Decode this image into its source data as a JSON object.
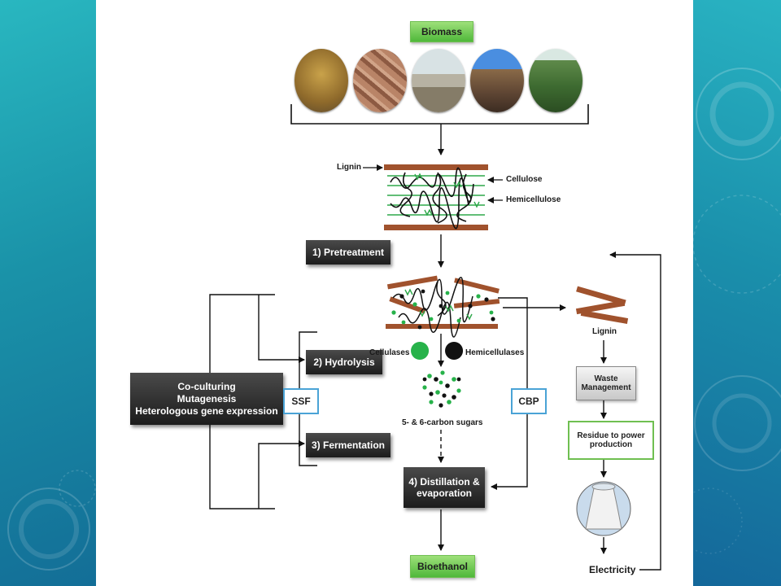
{
  "tags": {
    "biomass": "Biomass",
    "bioethanol": "Bioethanol"
  },
  "structure_labels": {
    "lignin": "Lignin",
    "cellulose": "Cellulose",
    "hemicellulose": "Hemicellulose"
  },
  "steps": {
    "pretreatment": "1) Pretreatment",
    "hydrolysis": "2) Hydrolysis",
    "fermentation": "3) Fermentation",
    "distillation_line1": "4) Distillation &",
    "distillation_line2": "evaporation"
  },
  "strategies": {
    "line1": "Co-culturing",
    "line2": "Mutagenesis",
    "line3": "Heterologous gene expression"
  },
  "processes": {
    "ssf": "SSF",
    "cbp": "CBP"
  },
  "enzymes": {
    "cellulases": "Cellulases",
    "hemicellulases": "Hemicellulases"
  },
  "sugars": "5- & 6-carbon sugars",
  "waste_branch": {
    "lignin": "Lignin",
    "waste_line1": "Waste",
    "waste_line2": "Management",
    "residue_line1": "Residue to power",
    "residue_line2": "production",
    "electricity": "Electricity"
  },
  "photo_icons": [
    "hay-bale-photo",
    "wood-chips-photo",
    "sawdust-pile-photo",
    "waste-pile-photo",
    "crop-field-photo"
  ],
  "colors": {
    "green_tag": "#5cc043",
    "step_box": "#2a2a2a",
    "blue_border": "#4aa3d6",
    "lignin_brown": "#a0522d",
    "fiber_green": "#2ea84a",
    "enzyme_green": "#27b24a",
    "panel_teal": "#1f8fa6"
  }
}
